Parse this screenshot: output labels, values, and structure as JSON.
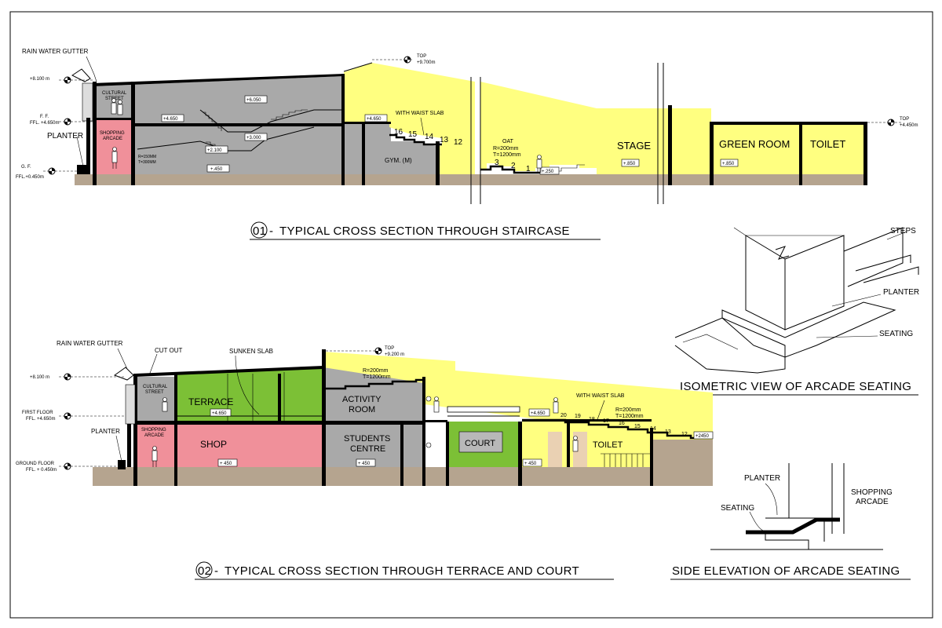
{
  "section1": {
    "title": "TYPICAL CROSS SECTION THROUGH STAIRCASE",
    "number": "01",
    "title_prefix": "-",
    "labels": {
      "rain_water_gutter": "RAIN WATER GUTTER",
      "planter": "PLANTER",
      "cultural_street_1": "CULTURAL",
      "cultural_street_2": "STREET",
      "shopping_arcade_1": "SHOPPING",
      "shopping_arcade_2": "ARCADE",
      "with_waist_slab": "WITH WAIST SLAB",
      "gym": "GYM. (M)",
      "oat": "OAT",
      "oat_r": "R=200mm",
      "oat_t": "T=1200mm",
      "stair_rt_r": "R=150MM",
      "stair_rt_t": "T=300MM",
      "stage": "STAGE",
      "green_room": "GREEN ROOM",
      "toilet": "TOILET"
    },
    "levels": {
      "lvl_8100": "+8.100 m",
      "ff_a": "F. F.",
      "ff_b": "FFL. +4.650m",
      "gf_a": "G. F.",
      "gf_b": "FFL.+0.450m",
      "top_left_a": "TOP",
      "top_left_b": "+9.700m",
      "top_right_a": "TOP",
      "top_right_b": "+4.450m"
    },
    "tags": {
      "t6050": "+6.050",
      "t4650a": "+4.650",
      "t4650b": "+4.650",
      "t3000": "+3.000",
      "t2100": "+2.100",
      "t450": "+.450",
      "t250": "+.250",
      "t850a": "+.850",
      "t850b": "+.850"
    },
    "steps": [
      "16",
      "15",
      "14",
      "13",
      "12",
      "3",
      "2",
      "1"
    ]
  },
  "section2": {
    "title": "TYPICAL CROSS SECTION THROUGH TERRACE AND COURT",
    "number": "02",
    "title_prefix": "-",
    "labels": {
      "rain_water_gutter": "RAIN WATER GUTTER",
      "cut_out": "CUT OUT",
      "sunken_slab": "SUNKEN SLAB",
      "planter": "PLANTER",
      "cultural_street_1": "CULTURAL",
      "cultural_street_2": "STREET",
      "shopping_arcade_1": "SHOPPING",
      "shopping_arcade_2": "ARCADE",
      "terrace": "TERRACE",
      "shop": "SHOP",
      "activity_1": "ACTIVITY",
      "activity_2": "ROOM",
      "students_1": "STUDENTS",
      "students_2": "CENTRE",
      "court": "COURT",
      "toilet": "TOILET",
      "with_waist_slab": "WITH WAIST SLAB",
      "rt_r": "R=200mm",
      "rt_t": "T=1200mm",
      "rt2_r": "R=200mm",
      "rt2_t": "T=1200mm"
    },
    "levels": {
      "lvl_8100": "+8.100 m",
      "ff_a": "FIRST FLOOR",
      "ff_b": "FFL. +4.650m",
      "gf_a": "GROUND FLOOR",
      "gf_b": "FFL. + 0.450m",
      "top_a": "TOP",
      "top_b": "+9.200 m"
    },
    "tags": {
      "t4650a": "+4.650",
      "t4650b": "+4.650",
      "t450a": "+ 450",
      "t450b": "+ 450",
      "t450c": "+ 450",
      "t2450": "+2450"
    },
    "steps": [
      "20",
      "19",
      "18",
      "17",
      "16",
      "15",
      "14",
      "13",
      "12"
    ]
  },
  "isometric": {
    "title": "ISOMETRIC VIEW OF ARCADE SEATING",
    "steps": "STEPS",
    "planter": "PLANTER",
    "seating": "SEATING"
  },
  "side_elevation": {
    "title": "SIDE ELEVATION OF ARCADE SEATING",
    "planter": "PLANTER",
    "seating": "SEATING",
    "shopping_1": "SHOPPING",
    "shopping_2": "ARCADE"
  },
  "colors": {
    "ground": "#b5a48f",
    "grey_fill": "#a9a9a9",
    "yellow_fill": "#ffff80",
    "green_fill": "#7cc036",
    "pink_fill": "#f0909a",
    "tan_fill": "#ead1b3"
  }
}
